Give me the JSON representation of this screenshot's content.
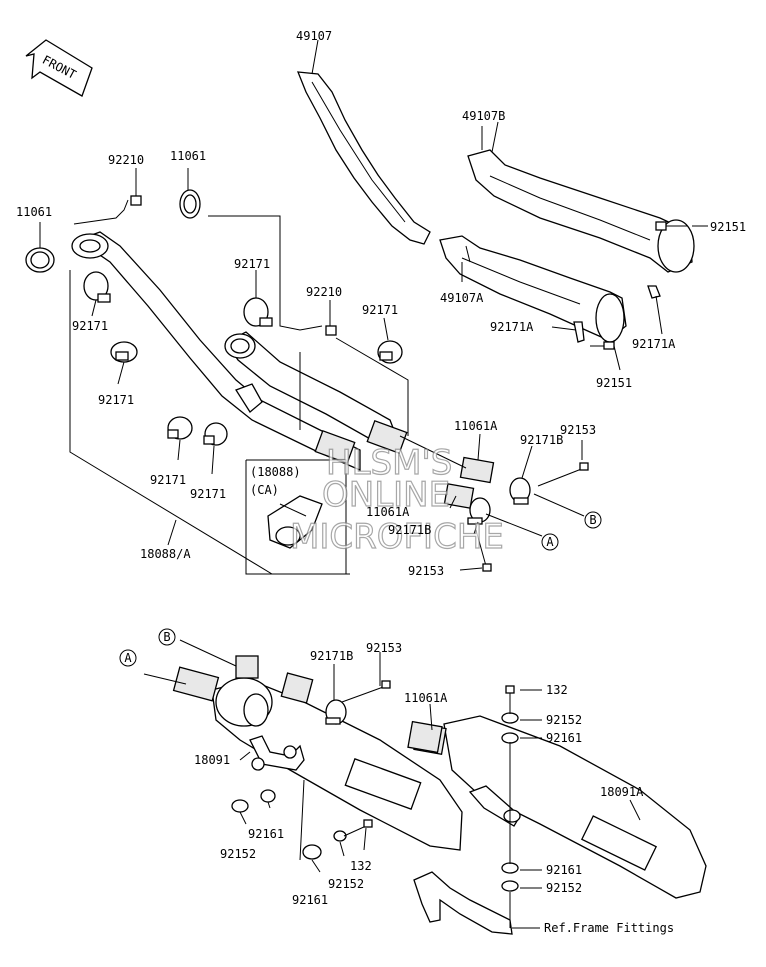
{
  "front_arrow": {
    "text": "FRONT"
  },
  "watermark": {
    "lines": [
      "HLSM'S",
      "ONLINE",
      "MICROFICHE"
    ]
  },
  "refs": {
    "a": "A",
    "b": "B"
  },
  "labels": {
    "p49107": "49107",
    "p49107b": "49107B",
    "p49107a": "49107A",
    "p92151_top": "92151",
    "p92151_bot": "92151",
    "p92171a_left": "92171A",
    "p92171a_right": "92171A",
    "p92210_left": "92210",
    "p92210_mid": "92210",
    "p11061_left": "11061",
    "p11061_top": "11061",
    "p92171_l1": "92171",
    "p92171_l2": "92171",
    "p92171_m1": "92171",
    "p92171_m2": "92171",
    "p92171_mid": "92171",
    "p92171_r": "92171",
    "p11061a_up": "11061A",
    "p11061a_low": "11061A",
    "p92171b_up": "92171B",
    "p92171b_low": "92171B",
    "p92153_up": "92153",
    "p92153_low": "92153",
    "p18088_box": "(18088)",
    "p18088_ca": "(CA)",
    "p18088a": "18088/A",
    "p92171b_mid": "92171B",
    "p92153_mid": "92153",
    "p11061a_mid": "11061A",
    "p18091": "18091",
    "p92161_l": "92161",
    "p92152_l": "92152",
    "p92161_bl": "92161",
    "p92152_bl": "92152",
    "p132_bl": "132",
    "p132_r": "132",
    "p92152_r1": "92152",
    "p92161_r1": "92161",
    "p18091a": "18091A",
    "p92161_r2": "92161",
    "p92152_r2": "92152",
    "ref_frame": "Ref.Frame Fittings"
  }
}
